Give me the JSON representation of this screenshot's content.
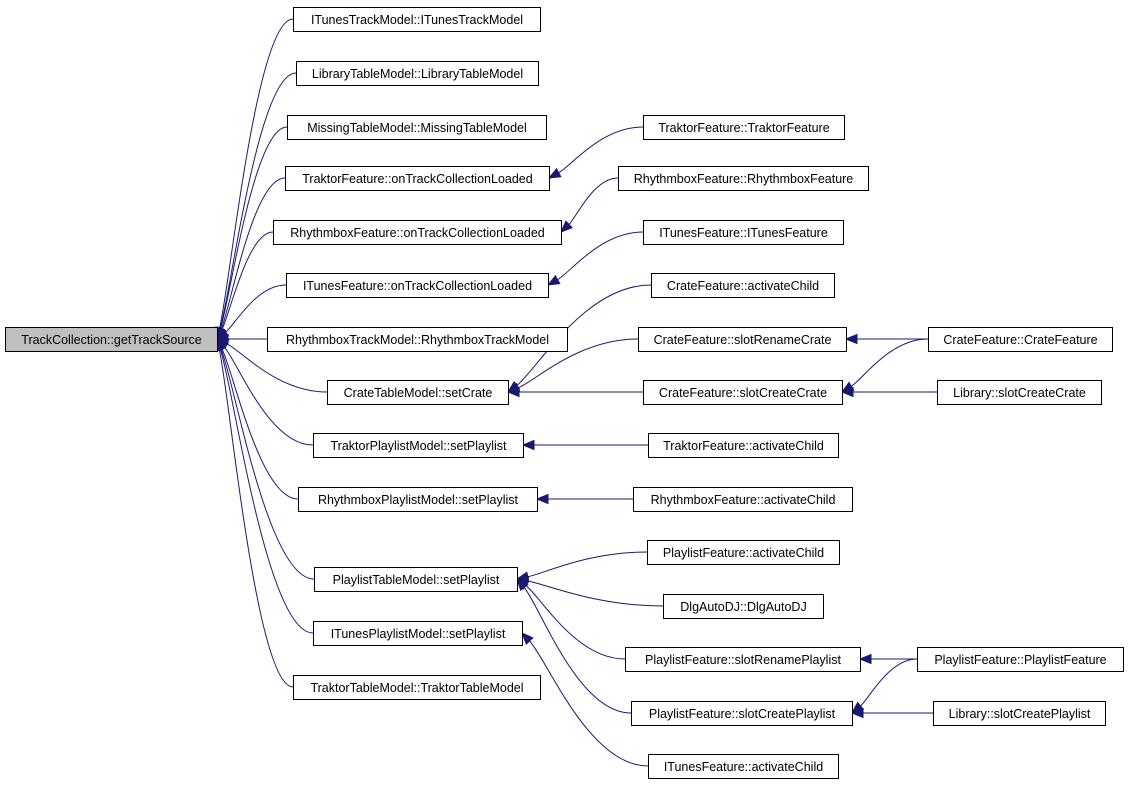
{
  "graph": {
    "nodes": [
      {
        "id": "root",
        "label": "TrackCollection::getTrackSource",
        "root": true
      },
      {
        "id": "n1",
        "label": "ITunesTrackModel::ITunesTrackModel"
      },
      {
        "id": "n2",
        "label": "LibraryTableModel::LibraryTableModel"
      },
      {
        "id": "n3",
        "label": "MissingTableModel::MissingTableModel"
      },
      {
        "id": "n4",
        "label": "TraktorFeature::onTrackCollectionLoaded"
      },
      {
        "id": "n5",
        "label": "RhythmboxFeature::onTrackCollectionLoaded"
      },
      {
        "id": "n6",
        "label": "ITunesFeature::onTrackCollectionLoaded"
      },
      {
        "id": "n7",
        "label": "RhythmboxTrackModel::RhythmboxTrackModel"
      },
      {
        "id": "n8",
        "label": "CrateTableModel::setCrate"
      },
      {
        "id": "n9",
        "label": "TraktorPlaylistModel::setPlaylist"
      },
      {
        "id": "n10",
        "label": "RhythmboxPlaylistModel::setPlaylist"
      },
      {
        "id": "n11",
        "label": "PlaylistTableModel::setPlaylist"
      },
      {
        "id": "n12",
        "label": "ITunesPlaylistModel::setPlaylist"
      },
      {
        "id": "n13",
        "label": "TraktorTableModel::TraktorTableModel"
      },
      {
        "id": "m1",
        "label": "TraktorFeature::TraktorFeature"
      },
      {
        "id": "m2",
        "label": "RhythmboxFeature::RhythmboxFeature"
      },
      {
        "id": "m3",
        "label": "ITunesFeature::ITunesFeature"
      },
      {
        "id": "m4",
        "label": "CrateFeature::activateChild"
      },
      {
        "id": "m5",
        "label": "CrateFeature::slotRenameCrate"
      },
      {
        "id": "m6",
        "label": "CrateFeature::slotCreateCrate"
      },
      {
        "id": "m7",
        "label": "TraktorFeature::activateChild"
      },
      {
        "id": "m8",
        "label": "RhythmboxFeature::activateChild"
      },
      {
        "id": "m9",
        "label": "PlaylistFeature::activateChild"
      },
      {
        "id": "m10",
        "label": "DlgAutoDJ::DlgAutoDJ"
      },
      {
        "id": "m11",
        "label": "PlaylistFeature::slotRenamePlaylist"
      },
      {
        "id": "m12",
        "label": "PlaylistFeature::slotCreatePlaylist"
      },
      {
        "id": "m13",
        "label": "ITunesFeature::activateChild"
      },
      {
        "id": "r1",
        "label": "CrateFeature::CrateFeature"
      },
      {
        "id": "r2",
        "label": "Library::slotCreateCrate"
      },
      {
        "id": "r3",
        "label": "PlaylistFeature::PlaylistFeature"
      },
      {
        "id": "r4",
        "label": "Library::slotCreatePlaylist"
      }
    ],
    "edges": [
      [
        "n1",
        "root"
      ],
      [
        "n2",
        "root"
      ],
      [
        "n3",
        "root"
      ],
      [
        "n4",
        "root"
      ],
      [
        "n5",
        "root"
      ],
      [
        "n6",
        "root"
      ],
      [
        "n7",
        "root"
      ],
      [
        "n8",
        "root"
      ],
      [
        "n9",
        "root"
      ],
      [
        "n10",
        "root"
      ],
      [
        "n11",
        "root"
      ],
      [
        "n12",
        "root"
      ],
      [
        "n13",
        "root"
      ],
      [
        "m1",
        "n4"
      ],
      [
        "m2",
        "n5"
      ],
      [
        "m3",
        "n6"
      ],
      [
        "m4",
        "n8"
      ],
      [
        "m5",
        "n8"
      ],
      [
        "m6",
        "n8"
      ],
      [
        "m7",
        "n9"
      ],
      [
        "m8",
        "n10"
      ],
      [
        "m9",
        "n11"
      ],
      [
        "m10",
        "n11"
      ],
      [
        "m11",
        "n11"
      ],
      [
        "m12",
        "n11"
      ],
      [
        "m13",
        "n12"
      ],
      [
        "r1",
        "m5"
      ],
      [
        "r1",
        "m6"
      ],
      [
        "r2",
        "m6"
      ],
      [
        "r3",
        "m11"
      ],
      [
        "r3",
        "m12"
      ],
      [
        "r4",
        "m12"
      ]
    ]
  }
}
